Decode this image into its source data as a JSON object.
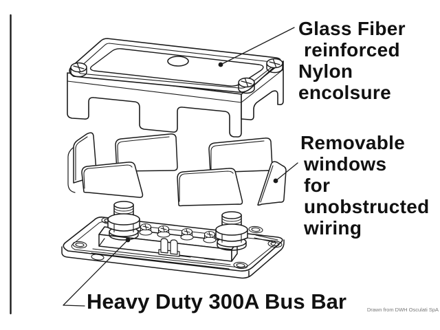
{
  "colors": {
    "ink": "#1a1a1a",
    "background": "#ffffff",
    "credit_text": "#777777"
  },
  "diagram": {
    "type": "exploded-view",
    "parts": [
      "enclosure-cover",
      "removable-windows",
      "bus-bar-base"
    ]
  },
  "callouts": {
    "enclosure": {
      "target": "enclosure-cover",
      "lines": [
        "Glass Fiber",
        "reinforced",
        "Nylon",
        "encolsure"
      ]
    },
    "windows": {
      "target": "removable-windows",
      "lines": [
        "Removable",
        "windows",
        "for",
        "unobstructed",
        "wiring"
      ]
    },
    "busbar": {
      "target": "bus-bar-base",
      "label": "Heavy Duty 300A Bus Bar"
    }
  },
  "credit": "Drawn from DWH Osculati SpA"
}
